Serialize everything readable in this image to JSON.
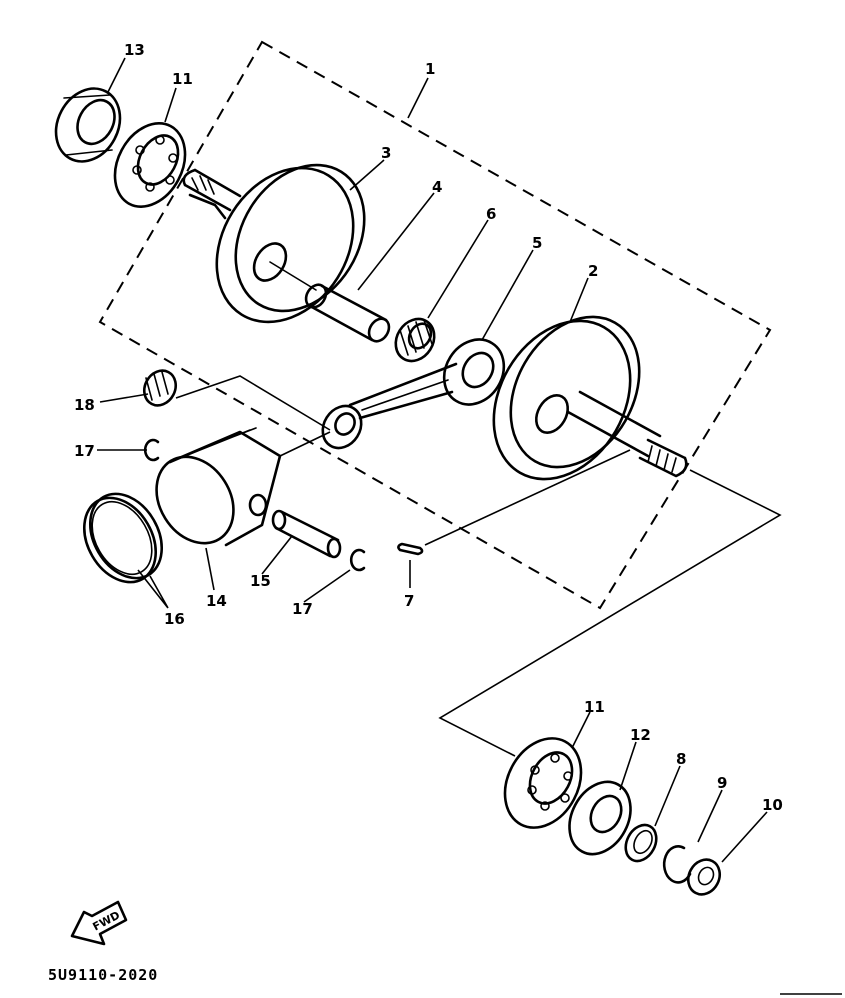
{
  "labels": {
    "p1": "1",
    "p2": "2",
    "p3": "3",
    "p4": "4",
    "p5": "5",
    "p6": "6",
    "p7": "7",
    "p8": "8",
    "p9": "9",
    "p10": "10",
    "p11a": "11",
    "p11b": "11",
    "p12": "12",
    "p13": "13",
    "p14": "14",
    "p15": "15",
    "p16": "16",
    "p17a": "17",
    "p17b": "17",
    "p18": "18"
  },
  "diagram_code": "5U9110-2020",
  "fwd_label": "FWD"
}
